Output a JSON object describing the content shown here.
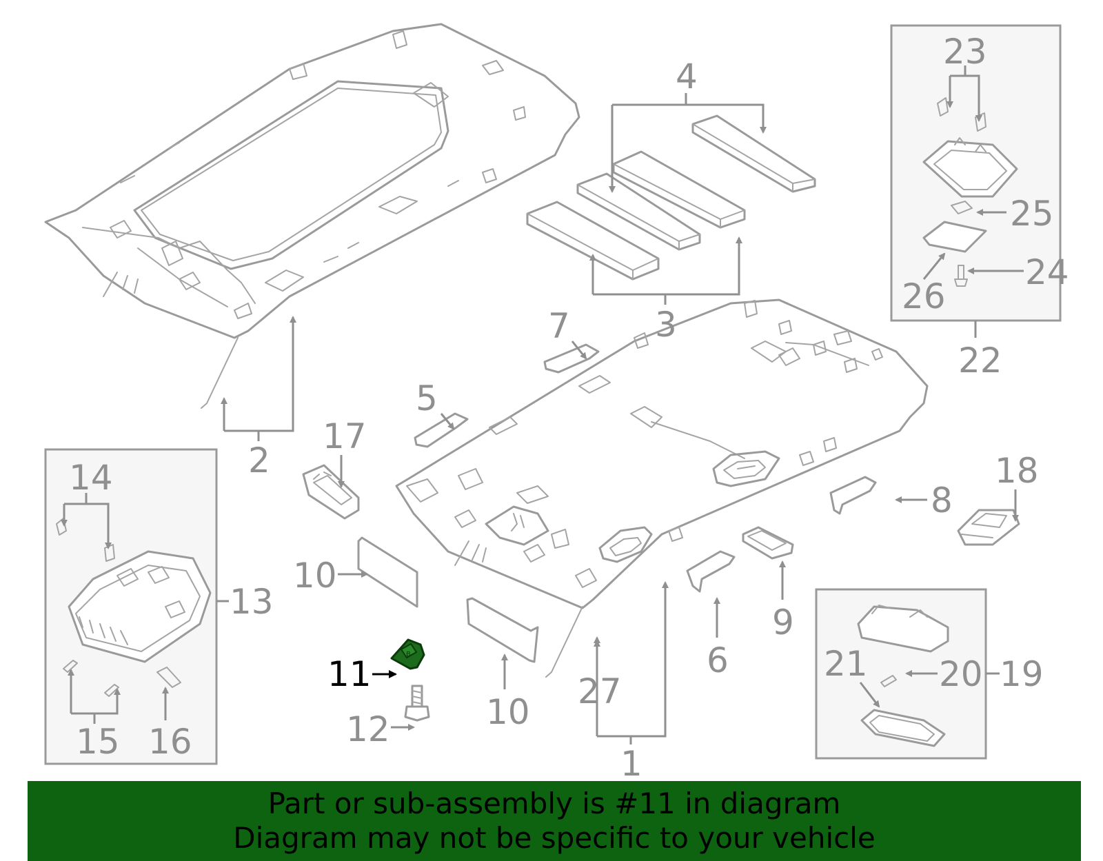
{
  "diagram": {
    "highlight_color": "#1d6b1d",
    "line_color": "#9a9a9a",
    "callouts": {
      "c1": "1",
      "c2": "2",
      "c3": "3",
      "c4": "4",
      "c5": "5",
      "c6": "6",
      "c7": "7",
      "c8": "8",
      "c9": "9",
      "c10a": "10",
      "c10b": "10",
      "c11": "11",
      "c12": "12",
      "c13": "13",
      "c14": "14",
      "c15": "15",
      "c16": "16",
      "c17": "17",
      "c18": "18",
      "c19": "19",
      "c20": "20",
      "c21": "21",
      "c22": "22",
      "c23": "23",
      "c24": "24",
      "c25": "25",
      "c26": "26",
      "c27": "27"
    }
  },
  "banner": {
    "background": "#0e6310",
    "line1": "Part or sub-assembly is #11 in diagram",
    "line2": "Diagram may not be specific to your vehicle"
  }
}
